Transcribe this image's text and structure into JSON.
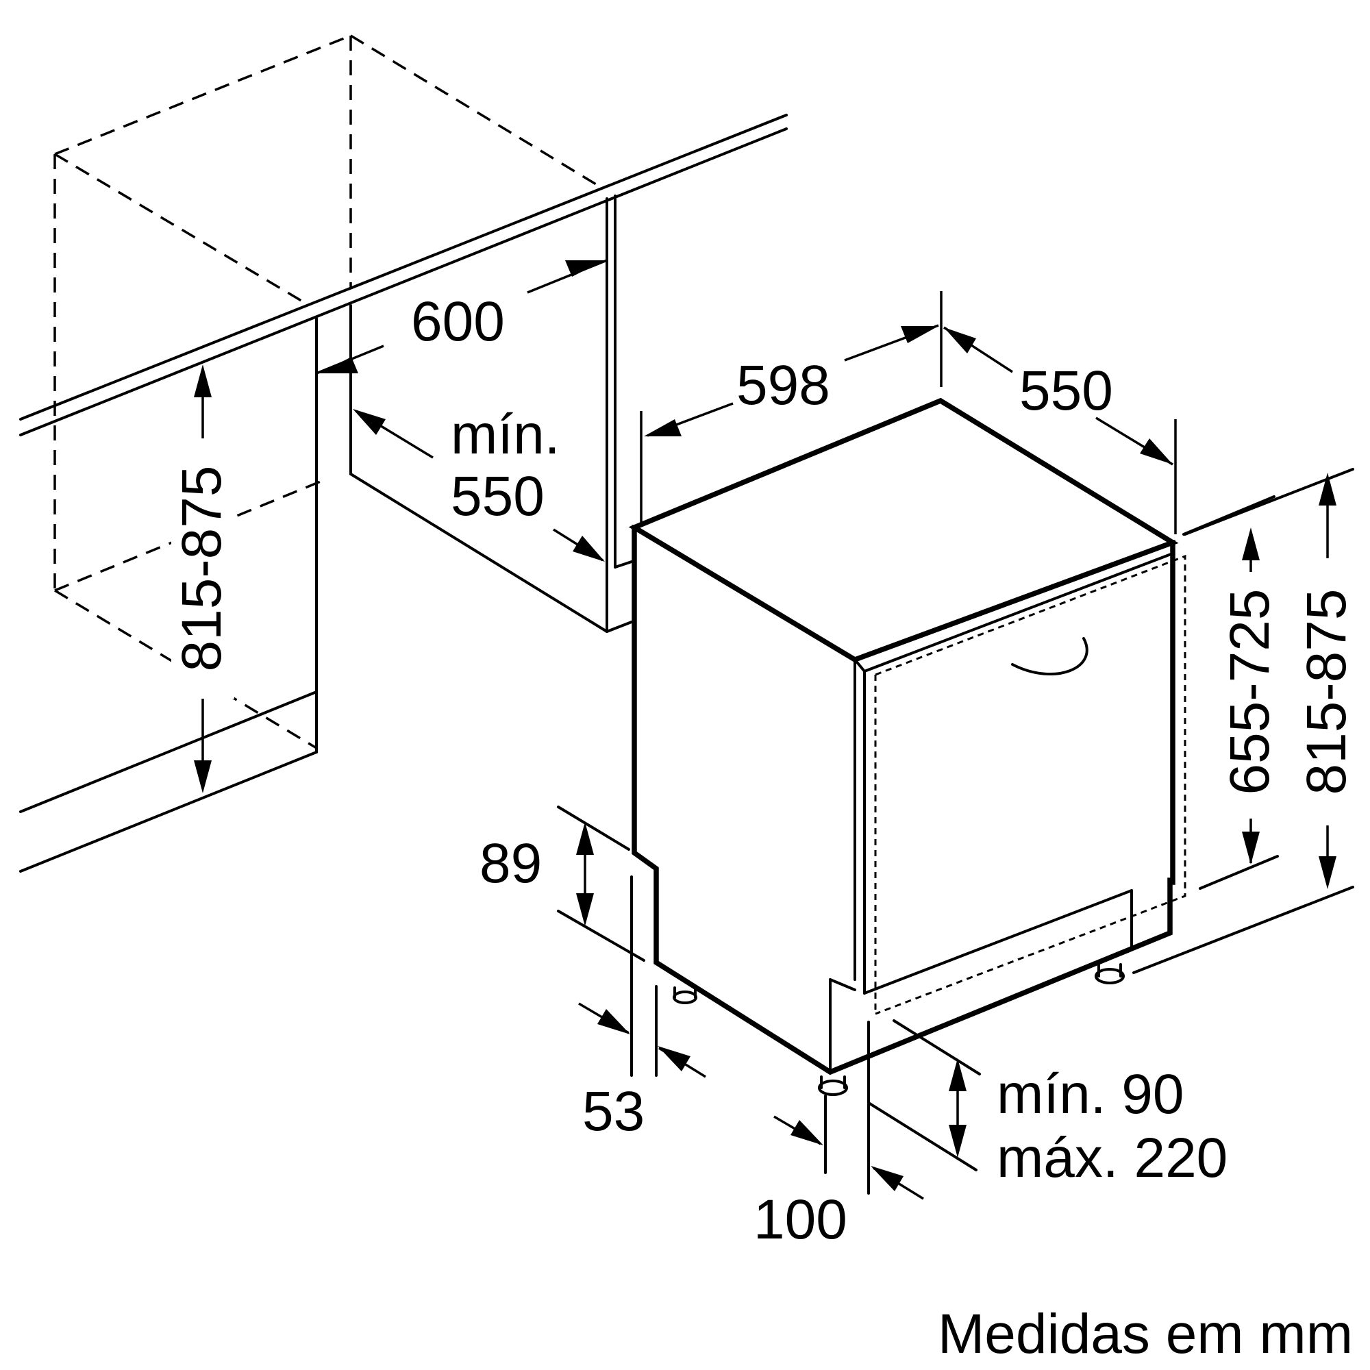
{
  "diagram": {
    "dimensions": {
      "niche_width": "600",
      "niche_depth_label_line1": "mín.",
      "niche_depth_label_line2": "550",
      "niche_height": "815-875",
      "appliance_width": "598",
      "appliance_depth": "550",
      "door_height": "655-725",
      "appliance_height": "815-875",
      "plinth_height": "89",
      "plinth_setback": "53",
      "foot_offset": "100",
      "plinth_gap_line1": "mín. 90",
      "plinth_gap_line2": "máx. 220"
    },
    "units_note": "Medidas em mm"
  }
}
